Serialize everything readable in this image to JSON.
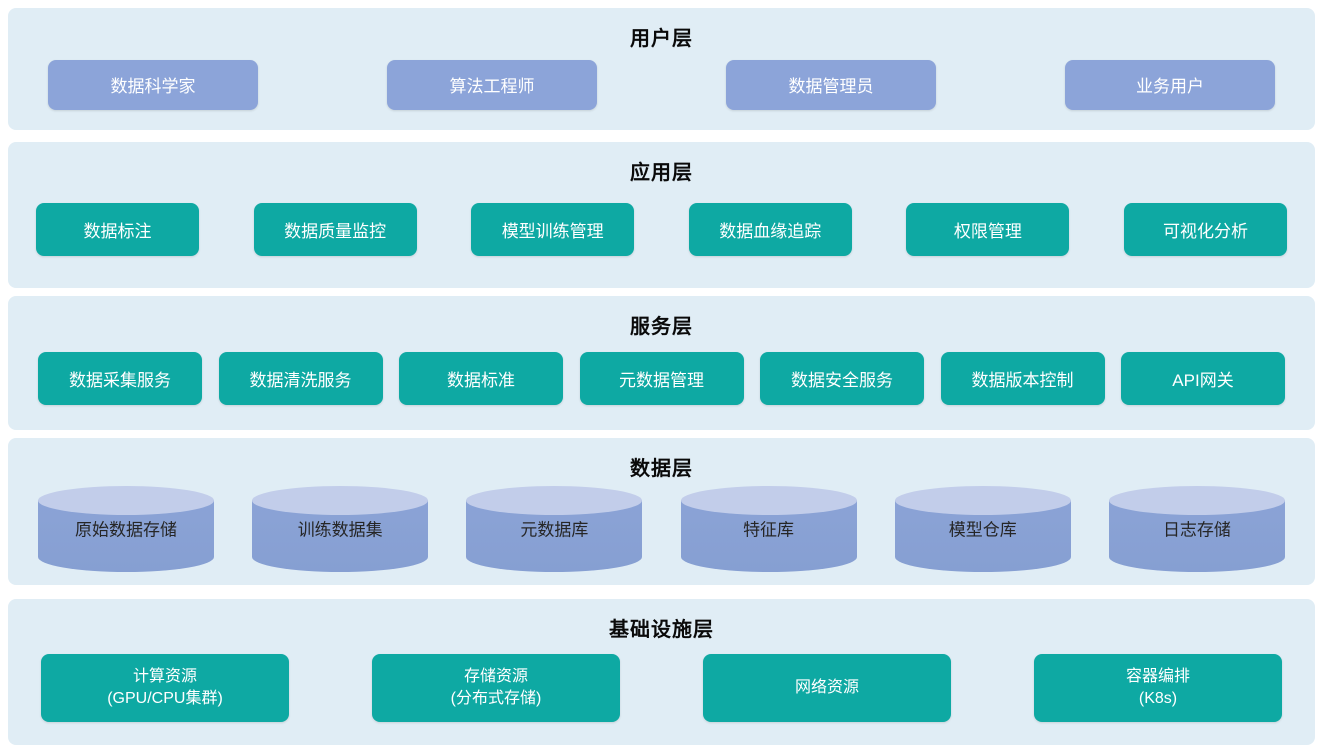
{
  "colors": {
    "bandBg": "#e0edf5",
    "pill": "#8ca4d9",
    "teal": "#0ea9a3",
    "cylBody": "#8ba3d6",
    "cylBodyDark": "#869fd2",
    "cylTop": "#c2cdea"
  },
  "layers": [
    {
      "title": "用户层",
      "type": "pill",
      "items": [
        "数据科学家",
        "算法工程师",
        "数据管理员",
        "业务用户"
      ]
    },
    {
      "title": "应用层",
      "type": "teal",
      "items": [
        "数据标注",
        "数据质量监控",
        "模型训练管理",
        "数据血缘追踪",
        "权限管理",
        "可视化分析"
      ]
    },
    {
      "title": "服务层",
      "type": "teal",
      "items": [
        "数据采集服务",
        "数据清洗服务",
        "数据标准",
        "元数据管理",
        "数据安全服务",
        "数据版本控制",
        "API网关"
      ]
    },
    {
      "title": "数据层",
      "type": "cylinder",
      "items": [
        "原始数据存储",
        "训练数据集",
        "元数据库",
        "特征库",
        "模型仓库",
        "日志存储"
      ]
    },
    {
      "title": "基础设施层",
      "type": "teal-large",
      "items": [
        {
          "label": "计算资源",
          "sublabel": "(GPU/CPU集群)"
        },
        {
          "label": "存储资源",
          "sublabel": "(分布式存储)"
        },
        {
          "label": "网络资源",
          "sublabel": ""
        },
        {
          "label": "容器编排",
          "sublabel": "(K8s)"
        }
      ]
    }
  ]
}
